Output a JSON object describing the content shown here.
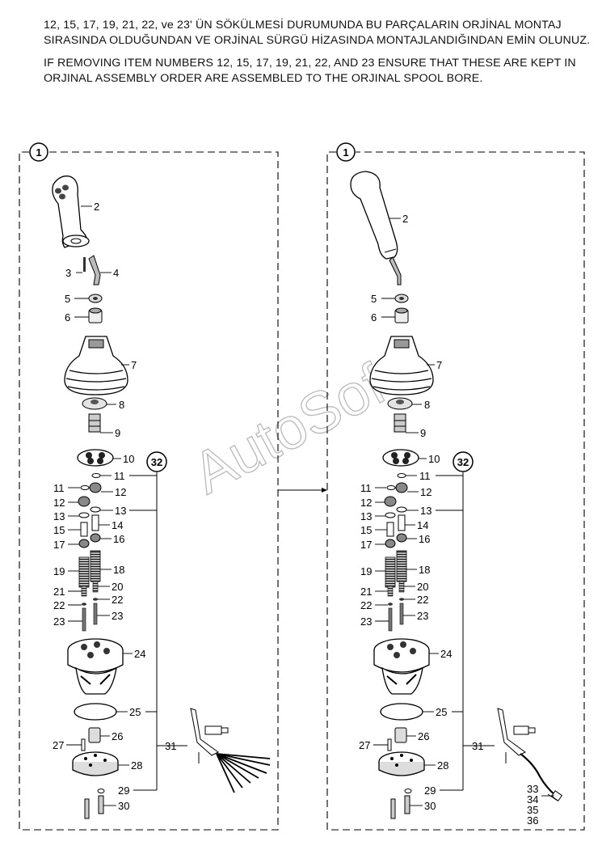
{
  "instructions": {
    "turkish": "12, 15, 17, 19, 21, 22, ve 23' ÜN SÖKÜLMESİ DURUMUNDA BU PARÇALARIN ORJİNAL MONTAJ SIRASINDA OLDUĞUNDAN VE ORJİNAL SÜRGÜ HİZASINDA MONTAJLANDIĞINDAN EMİN OLUNUZ.",
    "english": "IF REMOVING ITEM NUMBERS 12, 15, 17, 19, 21, 22, AND 23 ENSURE THAT THESE ARE KEPT IN ORJINAL ASSEMBLY ORDER ARE ASSEMBLED  TO THE ORJINAL SPOOL BORE."
  },
  "watermark": "AutoSoft",
  "callouts": {
    "assembly": "1",
    "group": "32"
  },
  "part_labels": {
    "p2": "2",
    "p3": "3",
    "p4": "4",
    "p5": "5",
    "p6": "6",
    "p7": "7",
    "p8": "8",
    "p9": "9",
    "p10": "10",
    "p11": "11",
    "p12": "12",
    "p13": "13",
    "p14": "14",
    "p15": "15",
    "p16": "16",
    "p17": "17",
    "p18": "18",
    "p19": "19",
    "p20": "20",
    "p21": "21",
    "p22": "22",
    "p23": "23",
    "p24": "24",
    "p25": "25",
    "p26": "26",
    "p27": "27",
    "p28": "28",
    "p29": "29",
    "p30": "30",
    "p31": "31",
    "p33": "33",
    "p34": "34",
    "p35": "35",
    "p36": "36"
  }
}
